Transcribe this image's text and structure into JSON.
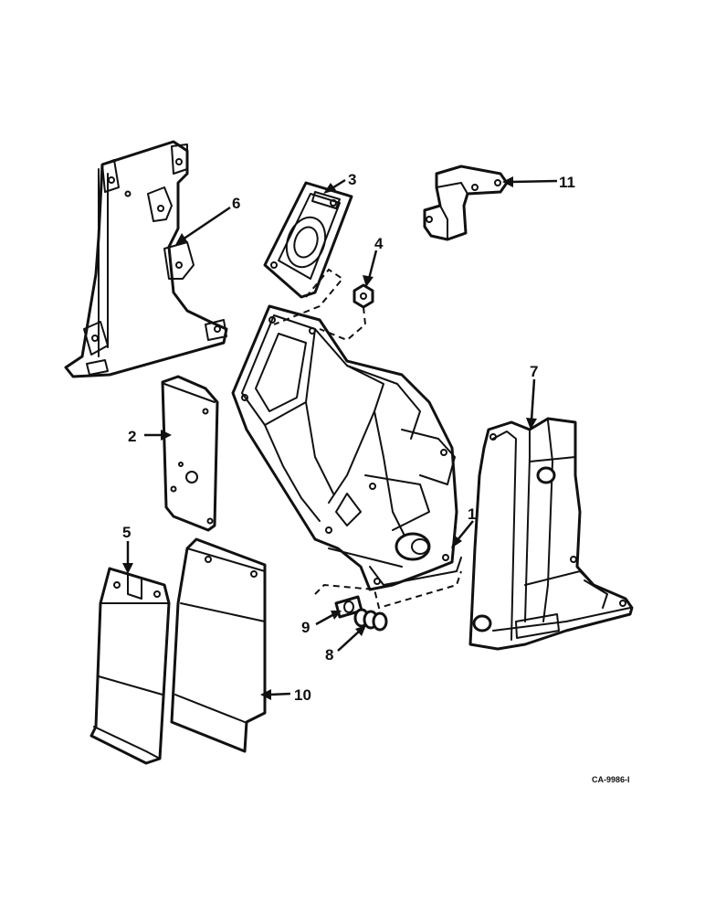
{
  "callouts": [
    {
      "id": "1",
      "label": "1"
    },
    {
      "id": "2",
      "label": "2"
    },
    {
      "id": "3",
      "label": "3"
    },
    {
      "id": "4",
      "label": "4"
    },
    {
      "id": "5",
      "label": "5"
    },
    {
      "id": "6",
      "label": "6"
    },
    {
      "id": "7",
      "label": "7"
    },
    {
      "id": "8",
      "label": "8"
    },
    {
      "id": "9",
      "label": "9"
    },
    {
      "id": "10",
      "label": "10"
    },
    {
      "id": "11",
      "label": "11"
    }
  ],
  "drawing_code": "CA-9986-I",
  "colors": {
    "ink": "#111111",
    "paper": "#ffffff"
  }
}
